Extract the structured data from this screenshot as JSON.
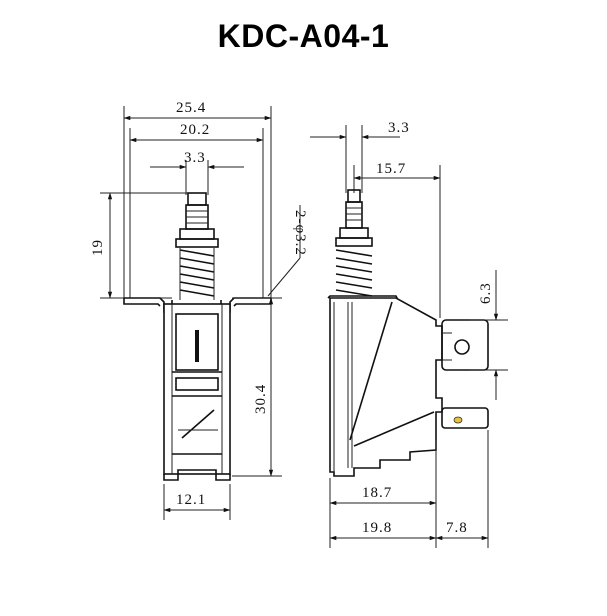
{
  "title": "KDC-A04-1",
  "front_view": {
    "dim_overall_width": "25.4",
    "dim_bracket_width": "20.2",
    "dim_plunger_width": "3.3",
    "dim_plunger_height": "19",
    "dim_body_height": "30.4",
    "dim_base_width": "12.1",
    "dim_hole_spec": "2-φ3.2"
  },
  "side_view": {
    "dim_plunger_width": "3.3",
    "dim_plunger_offset": "15.7",
    "dim_terminal_height": "6.3",
    "dim_body_depth": "18.7",
    "dim_total_depth": "19.8",
    "dim_terminal_length": "7.8"
  },
  "colors": {
    "line": "#111111",
    "text": "#111111",
    "solder_dot": "#e8c23a"
  }
}
